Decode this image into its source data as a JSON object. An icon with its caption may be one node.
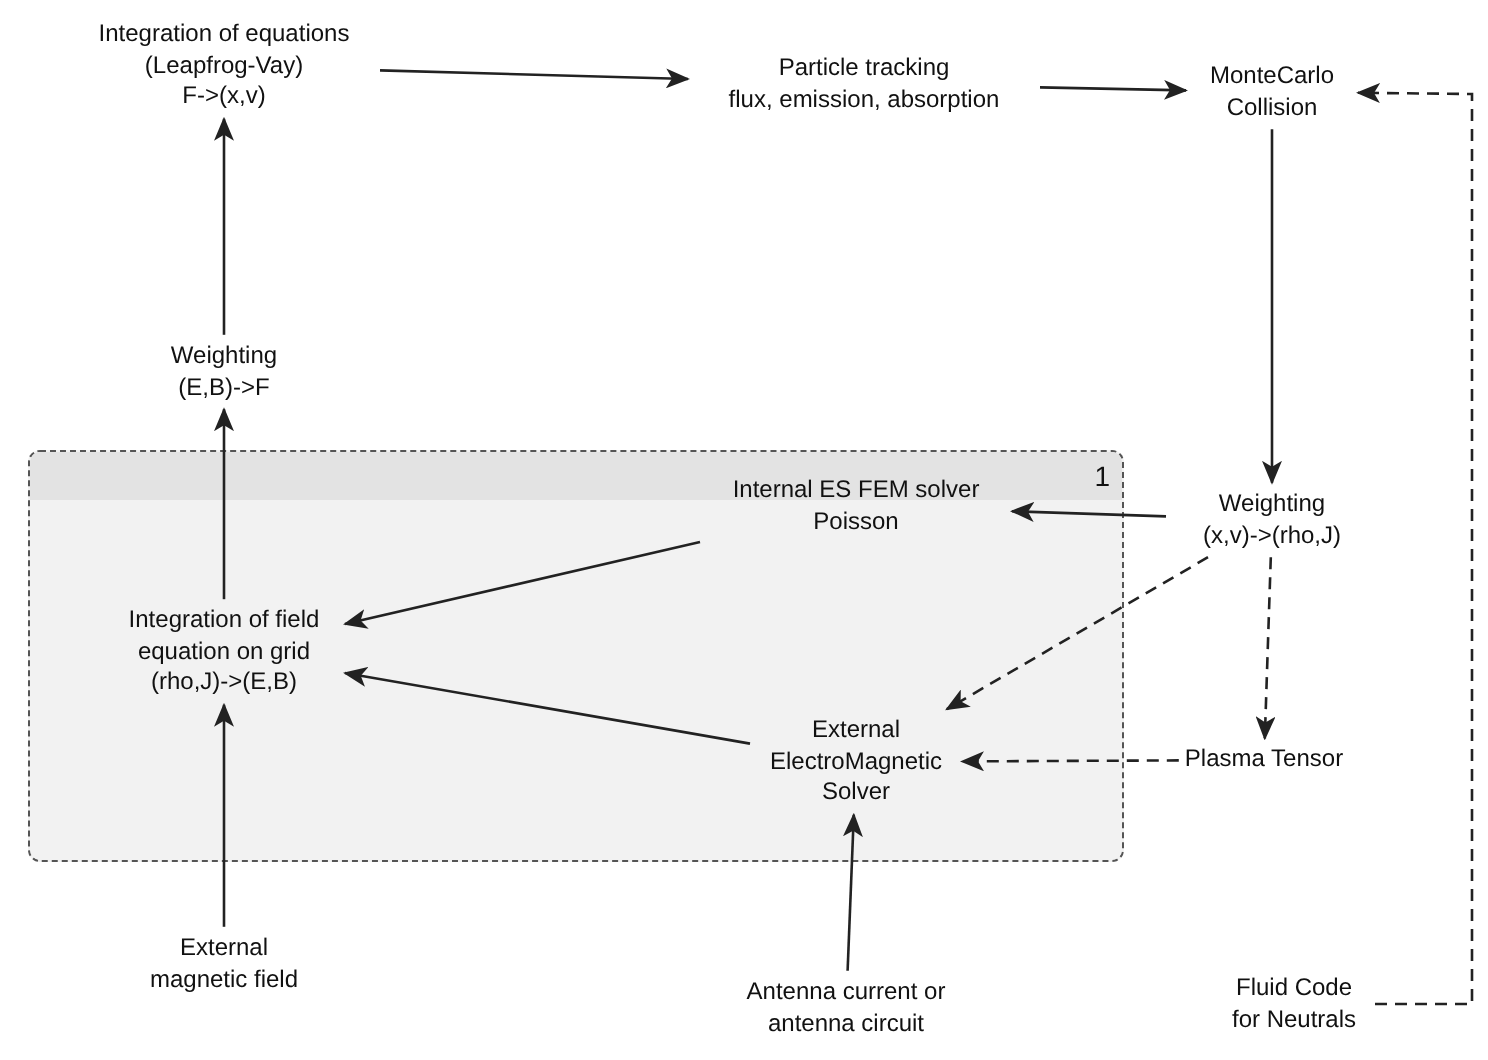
{
  "diagram": {
    "nodes": [
      {
        "text": [
          "Integration of equations (Leapfrog-Vay)",
          "F->(x,v)"
        ]
      },
      {
        "text": [
          "Particle tracking",
          "flux, emission, absorption"
        ]
      },
      {
        "text": [
          "MonteCarlo Collision"
        ]
      },
      {
        "text": [
          "Weighting",
          "(E,B)->F"
        ]
      },
      {
        "text": [
          "1"
        ]
      },
      {
        "text": [
          "Internal ES FEM solver Poisson"
        ],
        "in": 4
      },
      {
        "text": [
          "Weighting",
          "(x,v)->(rho,J)"
        ]
      },
      {
        "text": [
          "Integration of field equation on grid",
          "(rho,J)->(E,B)"
        ],
        "in": 4
      },
      {
        "text": [
          "External ElectroMagnetic Solver"
        ],
        "in": 4
      },
      {
        "text": [
          "Plasma Tensor"
        ]
      },
      {
        "text": [
          "External magnetic field"
        ]
      },
      {
        "text": [
          "Antenna current or antenna circuit"
        ]
      },
      {
        "text": [
          "Fluid Code for Neutrals"
        ]
      }
    ],
    "edges": [
      {
        "from": 0,
        "to": 1,
        "arrow": "to"
      },
      {
        "from": 1,
        "to": 2,
        "arrow": "to"
      },
      {
        "from": 12,
        "to": 2,
        "arrow": "to",
        "style": "dashed"
      },
      {
        "from": 2,
        "to": 6,
        "arrow": "to"
      },
      {
        "from": 6,
        "to": 5,
        "arrow": "to"
      },
      {
        "from": 6,
        "to": 8,
        "arrow": "to",
        "style": "dashed"
      },
      {
        "from": 6,
        "to": 9,
        "arrow": "to",
        "style": "dashed"
      },
      {
        "from": 9,
        "to": 8,
        "arrow": "to",
        "style": "dashed"
      },
      {
        "from": 5,
        "to": 7,
        "arrow": "to"
      },
      {
        "from": 8,
        "to": 7,
        "arrow": "to"
      },
      {
        "from": 7,
        "to": 3,
        "arrow": "to"
      },
      {
        "from": 3,
        "to": 0,
        "arrow": "to"
      },
      {
        "from": 10,
        "to": 7,
        "arrow": "to"
      },
      {
        "from": 11,
        "to": 8,
        "arrow": "to"
      }
    ]
  }
}
